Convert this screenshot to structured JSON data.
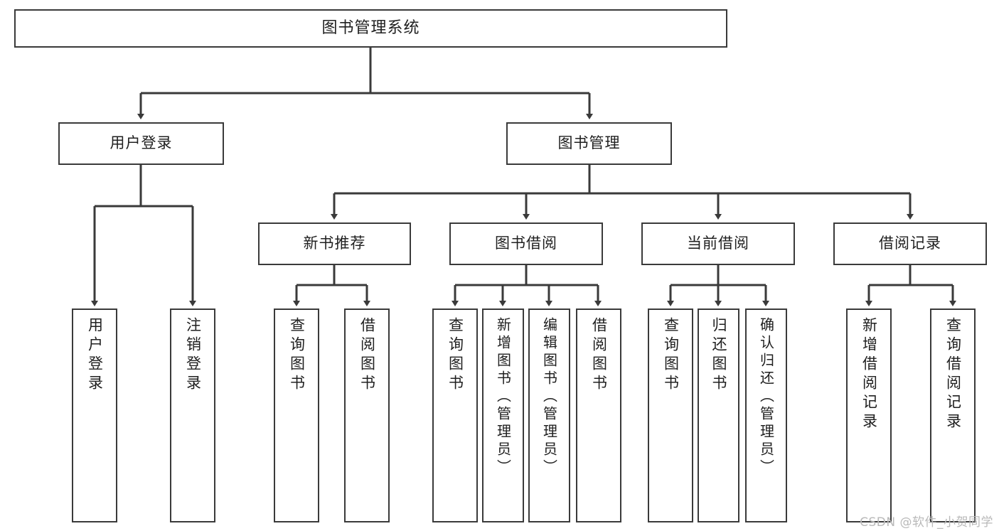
{
  "diagram": {
    "title": "图书管理系统",
    "watermark": "CSDN @软件_小贺同学",
    "line_color": "#3a3a3a",
    "box_fill": "#ffffff",
    "text_color": "#202020",
    "nodes": {
      "root": "图书管理系统",
      "level2": [
        "用户登录",
        "图书管理"
      ],
      "level3": [
        "新书推荐",
        "图书借阅",
        "当前借阅",
        "借阅记录"
      ],
      "leaves": {
        "user_login": [
          "用户登录",
          "注销登录"
        ],
        "new_book": [
          "查询图书",
          "借阅图书"
        ],
        "book_borrow": [
          "查询图书",
          "新增图书（管理员）",
          "编辑图书（管理员）",
          "借阅图书"
        ],
        "current_borrow": [
          "查询图书",
          "归还图书",
          "确认归还（管理员）"
        ],
        "borrow_record": [
          "新增借阅记录",
          "查询借阅记录"
        ]
      }
    }
  }
}
